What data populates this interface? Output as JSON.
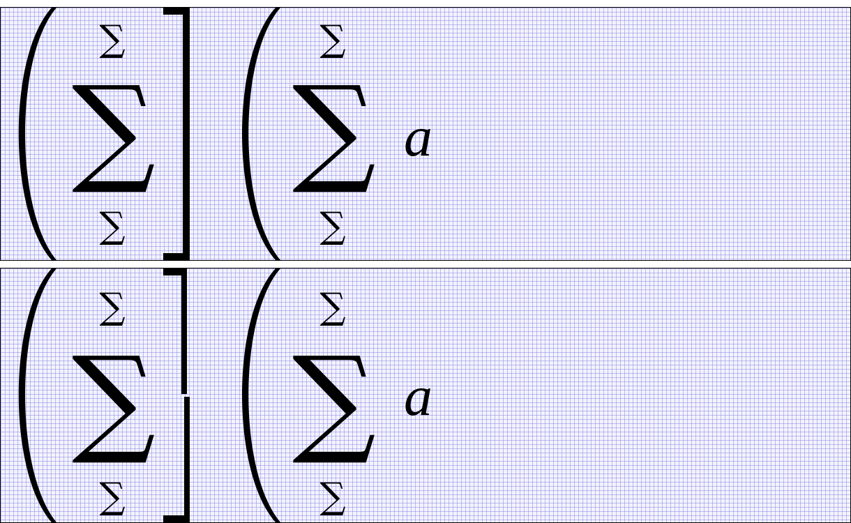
{
  "panels": [
    {
      "id": "top",
      "groups": [
        {
          "sum": "∑",
          "over": "∑",
          "under": "∑",
          "left_delim": "(",
          "right_delim": "]"
        },
        {
          "sum": "∑",
          "over": "∑",
          "under": "∑",
          "left_delim": "("
        }
      ],
      "variable": "a"
    },
    {
      "id": "bottom",
      "groups": [
        {
          "sum": "∑",
          "over": "∑",
          "under": "∑",
          "left_delim": "(",
          "right_delim": "]"
        },
        {
          "sum": "∑",
          "over": "∑",
          "under": "∑",
          "left_delim": "("
        }
      ],
      "variable": "a"
    }
  ]
}
